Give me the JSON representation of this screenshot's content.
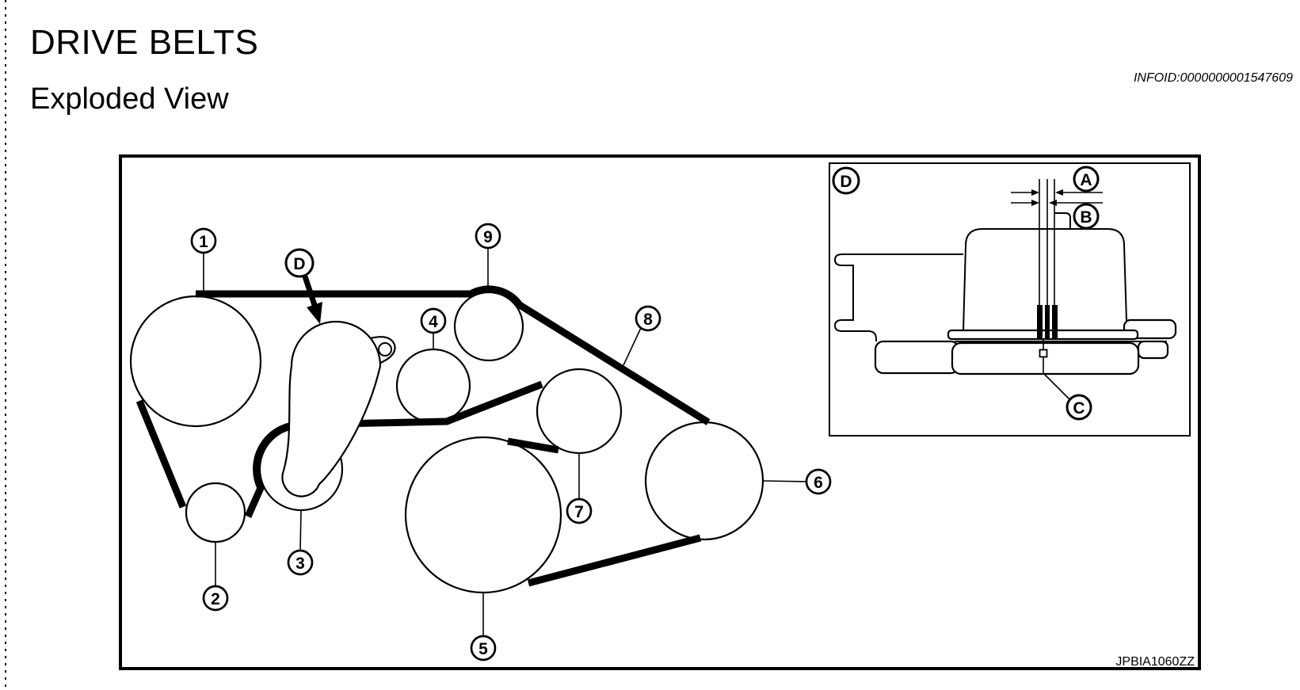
{
  "page": {
    "title": "DRIVE BELTS",
    "subtitle": "Exploded View",
    "infoid": "INFOID:0000000001547609"
  },
  "figure": {
    "code": "JPBIA1060ZZ",
    "ink_color": "#000000",
    "paper_color": "#ffffff",
    "callouts": {
      "p1": "1",
      "p2": "2",
      "p3": "3",
      "p4": "4",
      "p5": "5",
      "p6": "6",
      "p7": "7",
      "p8": "8",
      "p9": "9",
      "tensioner_bracket": "D"
    },
    "inset": {
      "bracket": "D",
      "gap_a": "A",
      "gap_b": "B",
      "notch_c": "C"
    }
  }
}
